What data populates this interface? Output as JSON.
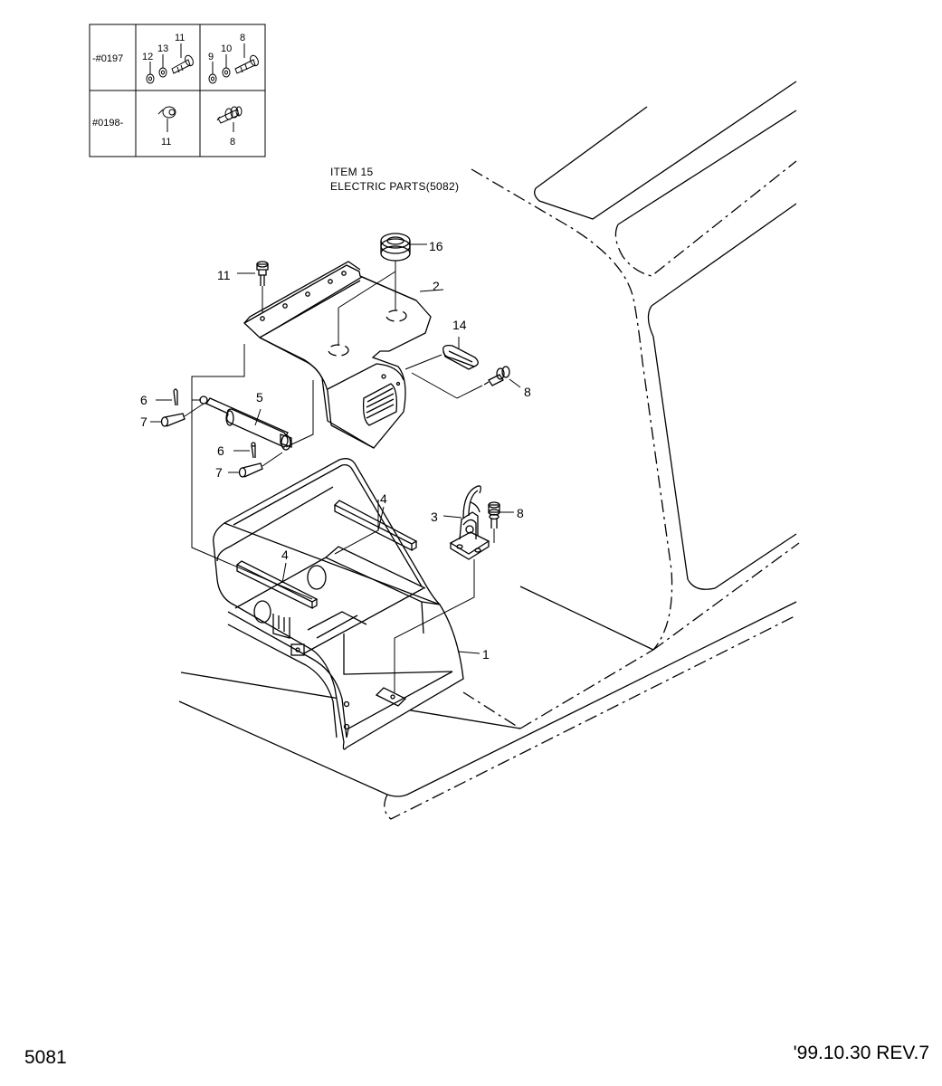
{
  "diagram_id": "5081",
  "revision": "'99.10.30 REV.7",
  "reference_note": {
    "line1": "ITEM 15",
    "line2": "ELECTRIC PARTS(5082)"
  },
  "serial_table": {
    "row1_label": "-#0197",
    "row2_label": "#0198-",
    "row1_col1_parts": [
      "12",
      "13",
      "11"
    ],
    "row1_col2_parts": [
      "9",
      "10",
      "8"
    ],
    "row2_col1_part": "11",
    "row2_col2_part": "8"
  },
  "callouts": {
    "c1": "1",
    "c2": "2",
    "c3": "3",
    "c4a": "4",
    "c4b": "4",
    "c5": "5",
    "c6a": "6",
    "c6b": "6",
    "c7a": "7",
    "c7b": "7",
    "c8a": "8",
    "c8b": "8",
    "c11": "11",
    "c14": "14",
    "c16": "16"
  }
}
